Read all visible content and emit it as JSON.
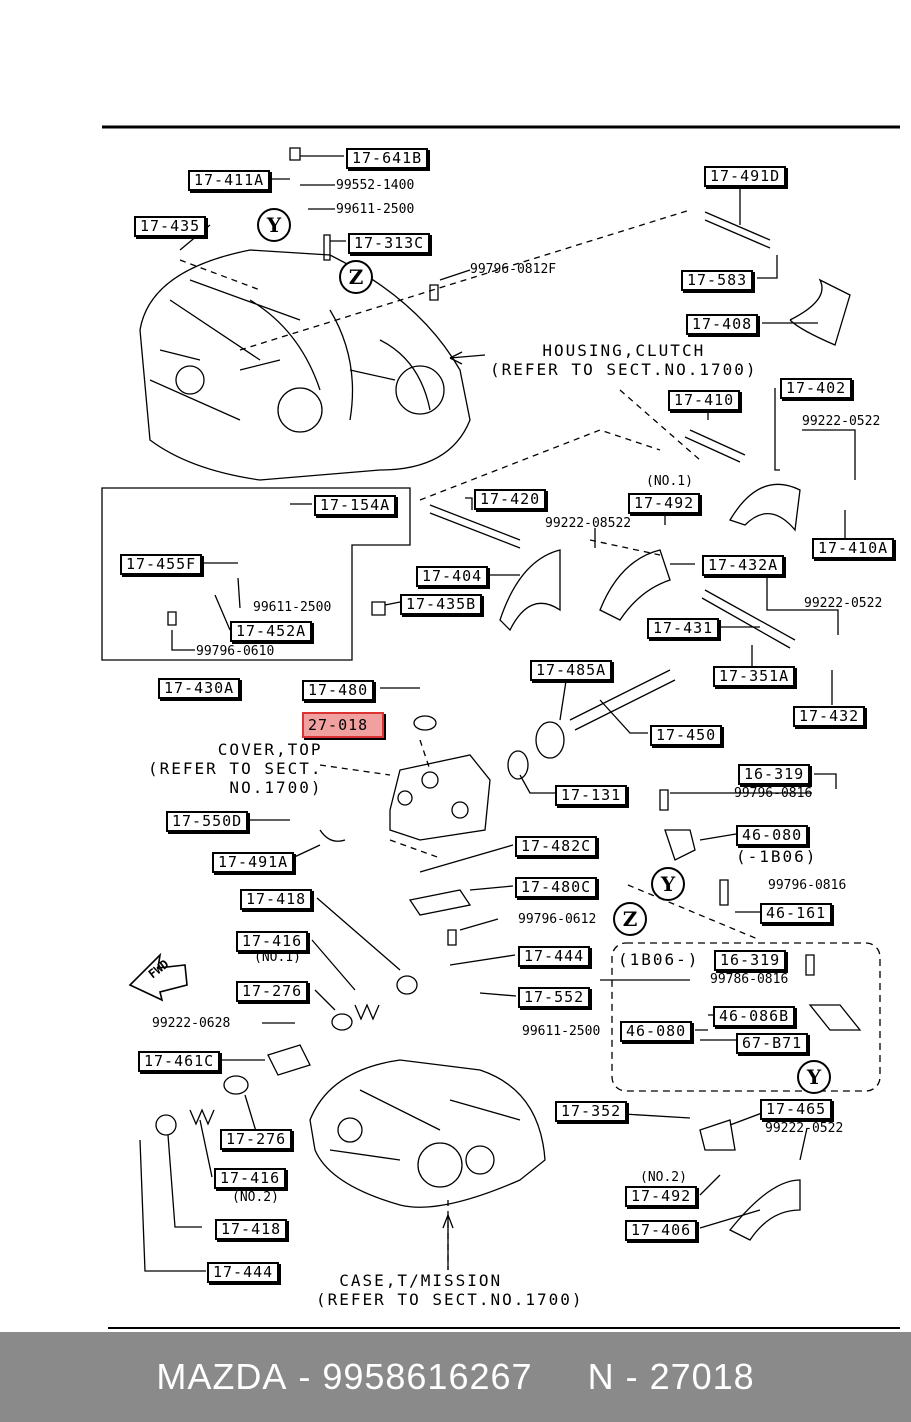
{
  "highlight_color": "#f1a0a0",
  "part_labels": [
    {
      "text": "17-641B",
      "highlight": false
    },
    {
      "text": "17-411A",
      "highlight": false
    },
    {
      "text": "17-435",
      "highlight": false
    },
    {
      "text": "17-313C",
      "highlight": false
    },
    {
      "text": "17-491D",
      "highlight": false
    },
    {
      "text": "17-583",
      "highlight": false
    },
    {
      "text": "17-408",
      "highlight": false
    },
    {
      "text": "17-402",
      "highlight": false
    },
    {
      "text": "17-410",
      "highlight": false
    },
    {
      "text": "17-420",
      "highlight": false
    },
    {
      "text": "17-492",
      "highlight": false
    },
    {
      "text": "17-154A",
      "highlight": false
    },
    {
      "text": "17-455F",
      "highlight": false
    },
    {
      "text": "17-404",
      "highlight": false
    },
    {
      "text": "17-432A",
      "highlight": false
    },
    {
      "text": "17-410A",
      "highlight": false
    },
    {
      "text": "17-435B",
      "highlight": false
    },
    {
      "text": "17-431",
      "highlight": false
    },
    {
      "text": "17-452A",
      "highlight": false
    },
    {
      "text": "17-351A",
      "highlight": false
    },
    {
      "text": "17-430A",
      "highlight": false
    },
    {
      "text": "17-480",
      "highlight": false
    },
    {
      "text": "17-485A",
      "highlight": false
    },
    {
      "text": "17-432",
      "highlight": false
    },
    {
      "text": "27-018",
      "highlight": true
    },
    {
      "text": "17-450",
      "highlight": false
    },
    {
      "text": "16-319",
      "highlight": false
    },
    {
      "text": "17-131",
      "highlight": false
    },
    {
      "text": "17-550D",
      "highlight": false
    },
    {
      "text": "46-080",
      "highlight": false
    },
    {
      "text": "17-491A",
      "highlight": false
    },
    {
      "text": "17-482C",
      "highlight": false
    },
    {
      "text": "17-480C",
      "highlight": false
    },
    {
      "text": "17-418",
      "highlight": false
    },
    {
      "text": "46-161",
      "highlight": false
    },
    {
      "text": "17-416",
      "highlight": false
    },
    {
      "text": "17-444",
      "highlight": false
    },
    {
      "text": "16-319",
      "highlight": false
    },
    {
      "text": "17-276",
      "highlight": false
    },
    {
      "text": "17-552",
      "highlight": false
    },
    {
      "text": "46-086B",
      "highlight": false
    },
    {
      "text": "46-080",
      "highlight": false
    },
    {
      "text": "67-B71",
      "highlight": false
    },
    {
      "text": "17-461C",
      "highlight": false
    },
    {
      "text": "17-352",
      "highlight": false
    },
    {
      "text": "17-465",
      "highlight": false
    },
    {
      "text": "17-276",
      "highlight": false
    },
    {
      "text": "17-492",
      "highlight": false
    },
    {
      "text": "17-416",
      "highlight": false
    },
    {
      "text": "17-418",
      "highlight": false
    },
    {
      "text": "17-406",
      "highlight": false
    },
    {
      "text": "17-444",
      "highlight": false
    }
  ],
  "part_numbers": [
    "99552-1400",
    "99611-2500",
    "99796-0812F",
    "99222-0522",
    "99222-08522",
    "99611-2500",
    "99796-0610",
    "99222-0522",
    "99796-0816",
    "99796-0816",
    "99796-0612",
    "99222-0628",
    "99786-0816",
    "99611-2500",
    "99222-0522"
  ],
  "notes": {
    "no1_a": "(NO.1)",
    "no1_b": "(NO.1)",
    "no2_a": "(NO.2)",
    "no2_b": "(NO.2)",
    "minus1b06": "(-1B06)",
    "1b06minus": "(1B06-)",
    "housing": "HOUSING,CLUTCH\n(REFER TO SECT.NO.1700)",
    "cover": "COVER,TOP\n(REFER TO SECT.\n     NO.1700)",
    "case": "  CASE,T/MISSION\n(REFER TO SECT.NO.1700)",
    "fwd": "FWD"
  },
  "markers": [
    "Y",
    "Z",
    "Y",
    "Z",
    "Y"
  ],
  "footer": {
    "brand": "MAZDA",
    "sep1": " - ",
    "part": "9958616267",
    "gap": "     ",
    "code_prefix": "N",
    "sep2": " - ",
    "code": "27018"
  }
}
